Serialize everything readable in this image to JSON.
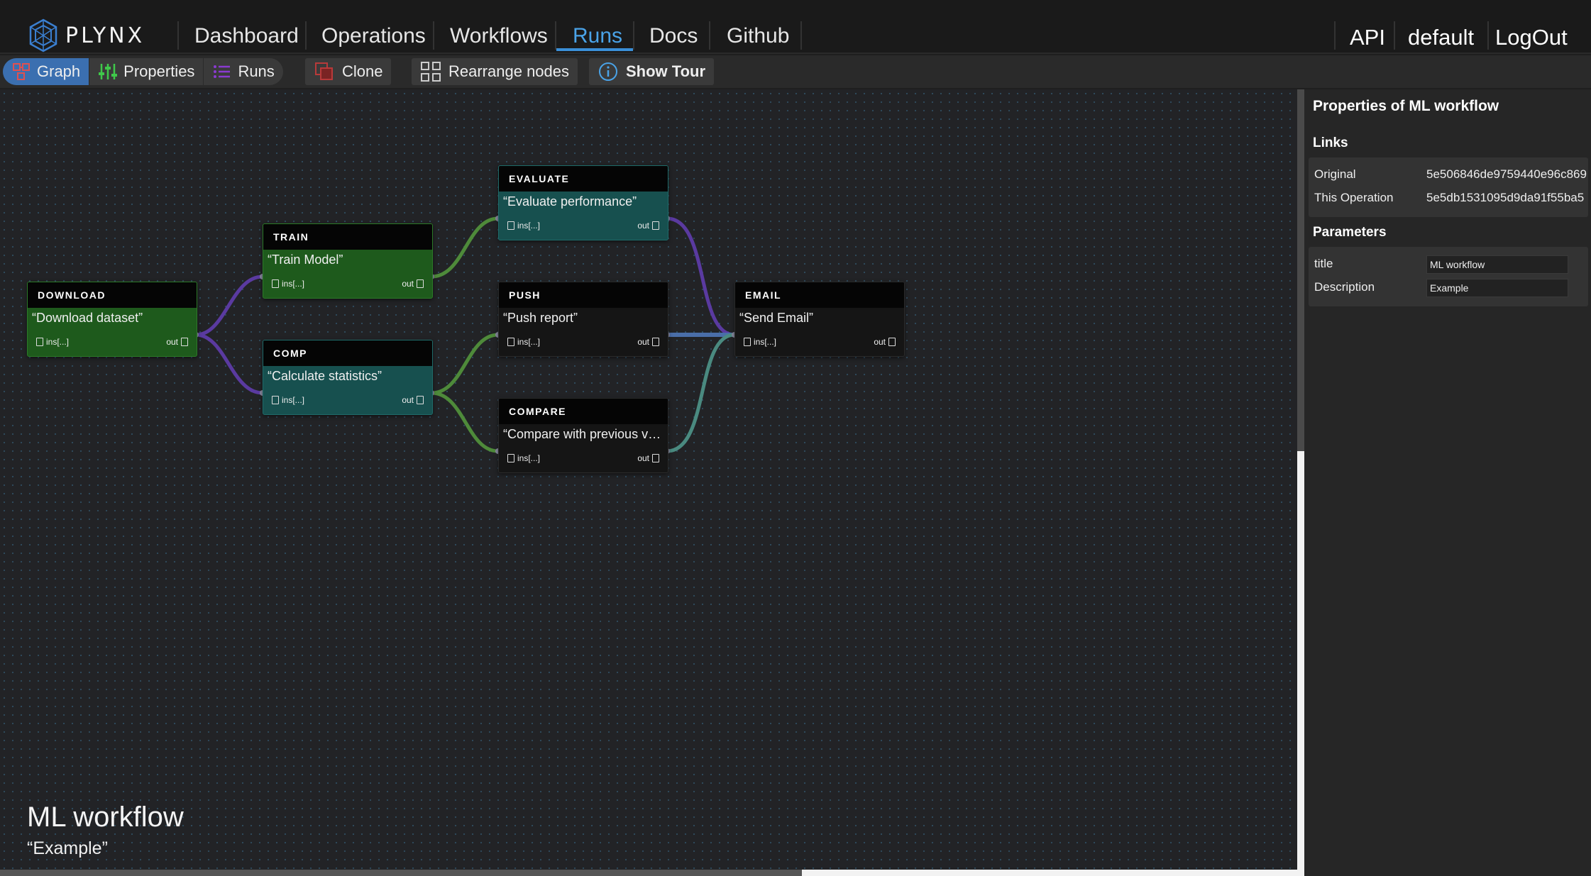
{
  "brand": {
    "name": "PLYNX"
  },
  "nav": {
    "items": [
      {
        "label": "Dashboard"
      },
      {
        "label": "Operations"
      },
      {
        "label": "Workflows"
      },
      {
        "label": "Runs"
      },
      {
        "label": "Docs"
      },
      {
        "label": "Github"
      }
    ],
    "active": "Runs",
    "right": [
      {
        "label": "API"
      },
      {
        "label": "default"
      },
      {
        "label": "LogOut"
      }
    ]
  },
  "toolbar": {
    "graph": "Graph",
    "properties": "Properties",
    "runs": "Runs",
    "clone": "Clone",
    "rearrange": "Rearrange nodes",
    "tour": "Show Tour"
  },
  "nodes": [
    {
      "type": "DOWNLOAD",
      "title": "“Download dataset”",
      "in": "ins[...]",
      "out": "out"
    },
    {
      "type": "TRAIN",
      "title": "“Train Model”",
      "in": "ins[...]",
      "out": "out"
    },
    {
      "type": "COMP",
      "title": "“Calculate statistics”",
      "in": "ins[...]",
      "out": "out"
    },
    {
      "type": "EVALUATE",
      "title": "“Evaluate performance”",
      "in": "ins[...]",
      "out": "out"
    },
    {
      "type": "PUSH",
      "title": "“Push report”",
      "in": "ins[...]",
      "out": "out"
    },
    {
      "type": "COMPARE",
      "title": "“Compare with previous ve…",
      "in": "ins[...]",
      "out": "out"
    },
    {
      "type": "EMAIL",
      "title": "“Send Email”",
      "in": "ins[...]",
      "out": "out"
    }
  ],
  "workflow": {
    "title": "ML workflow",
    "description": "“Example”"
  },
  "panel": {
    "title": "Properties of ML workflow",
    "links_header": "Links",
    "links": [
      {
        "label": "Original",
        "value": "5e506846de9759440e96c869"
      },
      {
        "label": "This Operation",
        "value": "5e5db1531095d9da91f55ba5"
      }
    ],
    "params_header": "Parameters",
    "params": [
      {
        "label": "title",
        "value": "ML workflow"
      },
      {
        "label": "Description",
        "value": "Example"
      }
    ]
  },
  "colors": {
    "accent": "#3a8fd8",
    "node_green": "#1e5a1c",
    "node_teal": "#17504f",
    "edge_purple": "#5a3aa0",
    "edge_green": "#4e8a3a",
    "edge_teal": "#4a8a80"
  }
}
